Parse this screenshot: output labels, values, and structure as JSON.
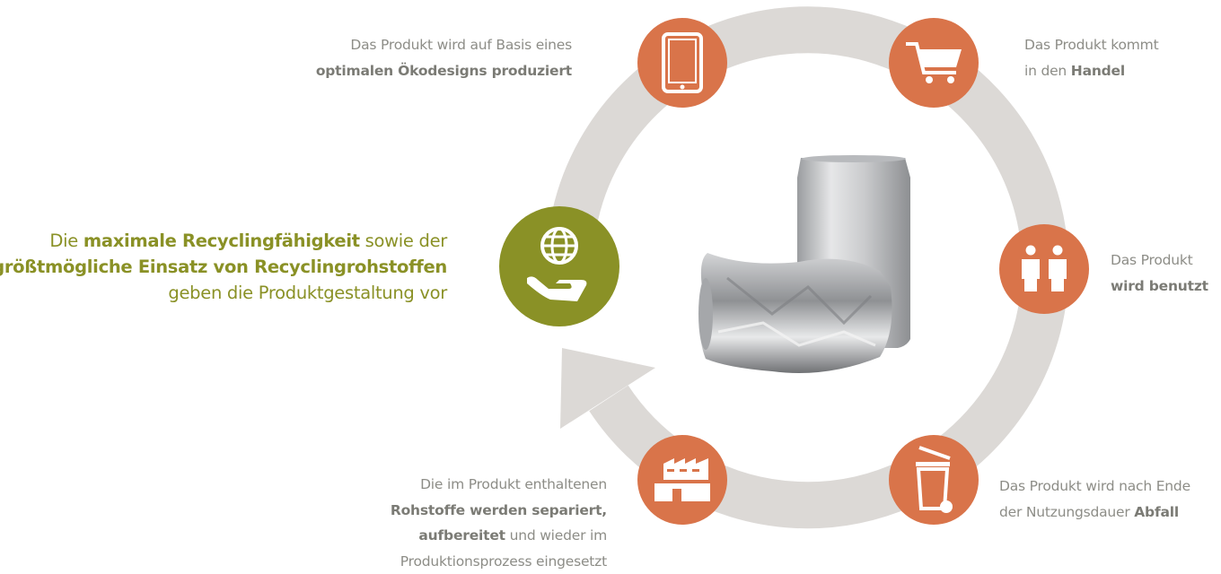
{
  "colors": {
    "ring": "#dcd9d6",
    "step": "#d9744a",
    "focus": "#8a9126",
    "text": "#8d8d87"
  },
  "focus": {
    "icon": "globe-hand-icon",
    "line1": {
      "pre": "Die ",
      "bold": "maximale Recyclingfähigkeit",
      "post": " sowie der"
    },
    "line2": {
      "bold": "größtmögliche Einsatz von Recyclingrohstoffen"
    },
    "line3": {
      "pre": "geben die Produktgestaltung vor"
    }
  },
  "steps": [
    {
      "icon": "tablet-icon",
      "line1": "Das Produkt wird auf Basis eines",
      "line2_bold": "optimalen Ökodesigns produziert"
    },
    {
      "icon": "shopping-cart-icon",
      "line1": "Das Produkt kommt",
      "line2_pre": "in den ",
      "line2_bold": "Handel"
    },
    {
      "icon": "people-icon",
      "line1": "Das Produkt",
      "line2_bold": "wird benutzt"
    },
    {
      "icon": "trash-bin-icon",
      "line1": "Das Produkt wird nach Ende",
      "line2_pre": "der Nutzungsdauer ",
      "line2_bold": "Abfall"
    },
    {
      "icon": "factory-icon",
      "line1": "Die im Produkt enthaltenen",
      "line2_bold": "Rohstoffe werden separiert,",
      "line3_bold": "aufbereitet",
      "line3_post": " und wieder im",
      "line4": "Produktionsprozess eingesetzt"
    }
  ]
}
